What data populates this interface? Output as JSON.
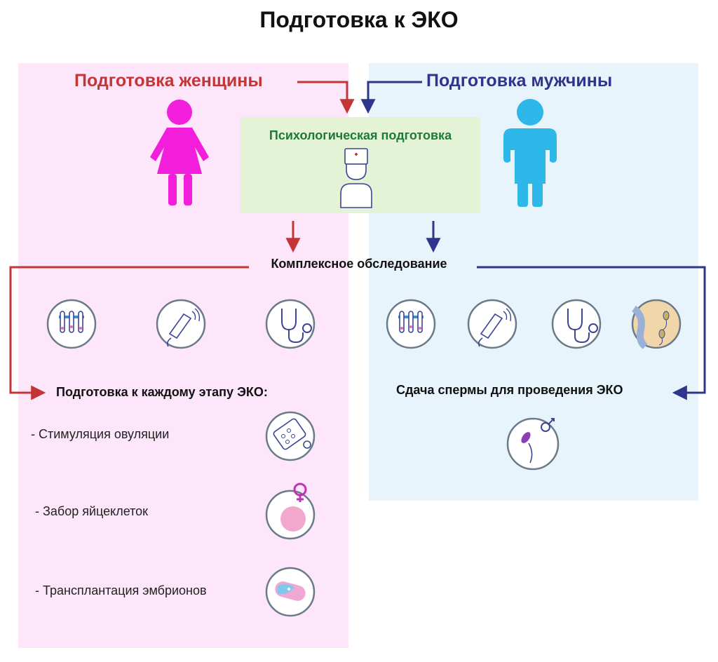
{
  "title": "Подготовка к ЭКО",
  "women": {
    "heading": "Подготовка женщины",
    "color": "#c43535",
    "figure_color": "#f21edb"
  },
  "men": {
    "heading": "Подготовка мужчины",
    "color": "#2e358c",
    "figure_color": "#2eb8ea"
  },
  "psychological": {
    "label": "Психологическая подготовка",
    "color": "#1e7a37",
    "icon": "doctor-icon"
  },
  "examination": {
    "label": "Комплексное обследование"
  },
  "women_stages": {
    "heading": "Подготовка к каждому этапу ЭКО:",
    "items": [
      {
        "label": "- Стимуляция овуляции",
        "icon": "pills-icon"
      },
      {
        "label": "- Забор яйцеклеток",
        "icon": "egg-cell-icon"
      },
      {
        "label": "- Трансплантация эмбрионов",
        "icon": "embryo-transfer-icon"
      }
    ]
  },
  "men_stage": {
    "label": "Сдача спермы для проведения ЭКО",
    "icon": "sperm-cell-icon"
  },
  "women_exam_icons": [
    "test-tubes-icon",
    "ultrasound-icon",
    "stethoscope-icon"
  ],
  "men_exam_icons": [
    "test-tubes-icon",
    "ultrasound-icon",
    "stethoscope-icon",
    "spermogram-icon"
  ]
}
